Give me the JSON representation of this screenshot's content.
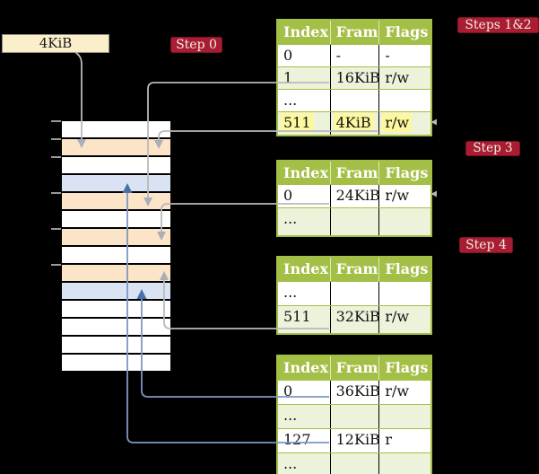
{
  "frame_label": {
    "text": "4KiB"
  },
  "step_badges": [
    {
      "text": "Step 0"
    },
    {
      "text": "Steps 1&2"
    },
    {
      "text": "Step 3"
    },
    {
      "text": "Step 4"
    }
  ],
  "memory": {
    "row_fills": [
      "white",
      "orange",
      "white",
      "blue",
      "orange",
      "white",
      "orange",
      "white",
      "orange",
      "blue",
      "white",
      "white",
      "white",
      "white"
    ]
  },
  "tables": [
    {
      "headers": [
        "Index",
        "Frame",
        "Flags"
      ],
      "rows": [
        {
          "cells": [
            "0",
            "-",
            "-"
          ],
          "shaded": false,
          "highlighted": false
        },
        {
          "cells": [
            "1",
            "16KiB",
            "r/w"
          ],
          "shaded": true,
          "highlighted": false
        },
        {
          "cells": [
            "...",
            "",
            ""
          ],
          "shaded": false,
          "highlighted": false
        },
        {
          "cells": [
            "511",
            "4KiB",
            "r/w"
          ],
          "shaded": true,
          "highlighted": true
        }
      ]
    },
    {
      "headers": [
        "Index",
        "Frame",
        "Flags"
      ],
      "rows": [
        {
          "cells": [
            "0",
            "24KiB",
            "r/w"
          ],
          "shaded": false,
          "highlighted": false
        },
        {
          "cells": [
            "...",
            "",
            ""
          ],
          "shaded": true,
          "highlighted": false
        }
      ]
    },
    {
      "headers": [
        "Index",
        "Frame",
        "Flags"
      ],
      "rows": [
        {
          "cells": [
            "...",
            "",
            ""
          ],
          "shaded": false,
          "highlighted": false
        },
        {
          "cells": [
            "511",
            "32KiB",
            "r/w"
          ],
          "shaded": true,
          "highlighted": false
        }
      ]
    },
    {
      "headers": [
        "Index",
        "Frame",
        "Flags"
      ],
      "rows": [
        {
          "cells": [
            "0",
            "36KiB",
            "r/w"
          ],
          "shaded": false,
          "highlighted": false
        },
        {
          "cells": [
            "...",
            "",
            ""
          ],
          "shaded": true,
          "highlighted": false
        },
        {
          "cells": [
            "127",
            "12KiB",
            "r"
          ],
          "shaded": false,
          "highlighted": false
        },
        {
          "cells": [
            "...",
            "",
            ""
          ],
          "shaded": true,
          "highlighted": false
        }
      ]
    }
  ],
  "colors": {
    "table_header_green": "#a3bf45",
    "table_shade_green": "#edf2db",
    "highlight_yellow": "#fdf89f",
    "badge_red": "#a91d33",
    "memory_frame_orange": "#fce4c8",
    "memory_frame_blue": "#d9e3f3",
    "frame_label_cream": "#fbeecb",
    "arrow_gray": "#b9b9b9",
    "arrow_blue": "#7d97c3"
  }
}
